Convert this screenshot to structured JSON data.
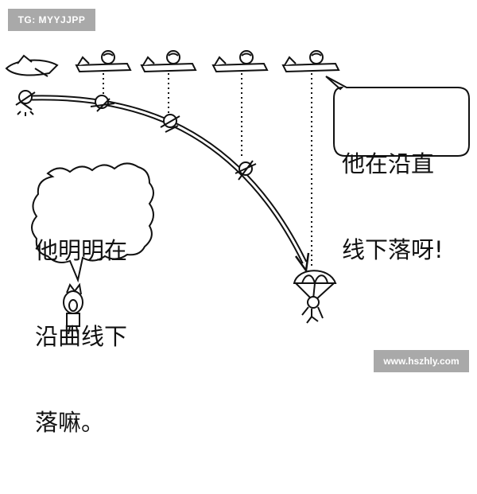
{
  "watermark_tag": "TG: MYYJJPP",
  "watermark_site": "www.hszhly.com",
  "bubble_right": {
    "line1": "他在沿直",
    "line2": "线下落呀!"
  },
  "bubble_left": {
    "line1": "他明明在",
    "line2": "沿曲线下",
    "line3": "落嘛。"
  },
  "colors": {
    "ink": "#111111",
    "watermark_bg": "#a9a9a9",
    "watermark_text": "#ffffff",
    "background": "#ffffff"
  }
}
